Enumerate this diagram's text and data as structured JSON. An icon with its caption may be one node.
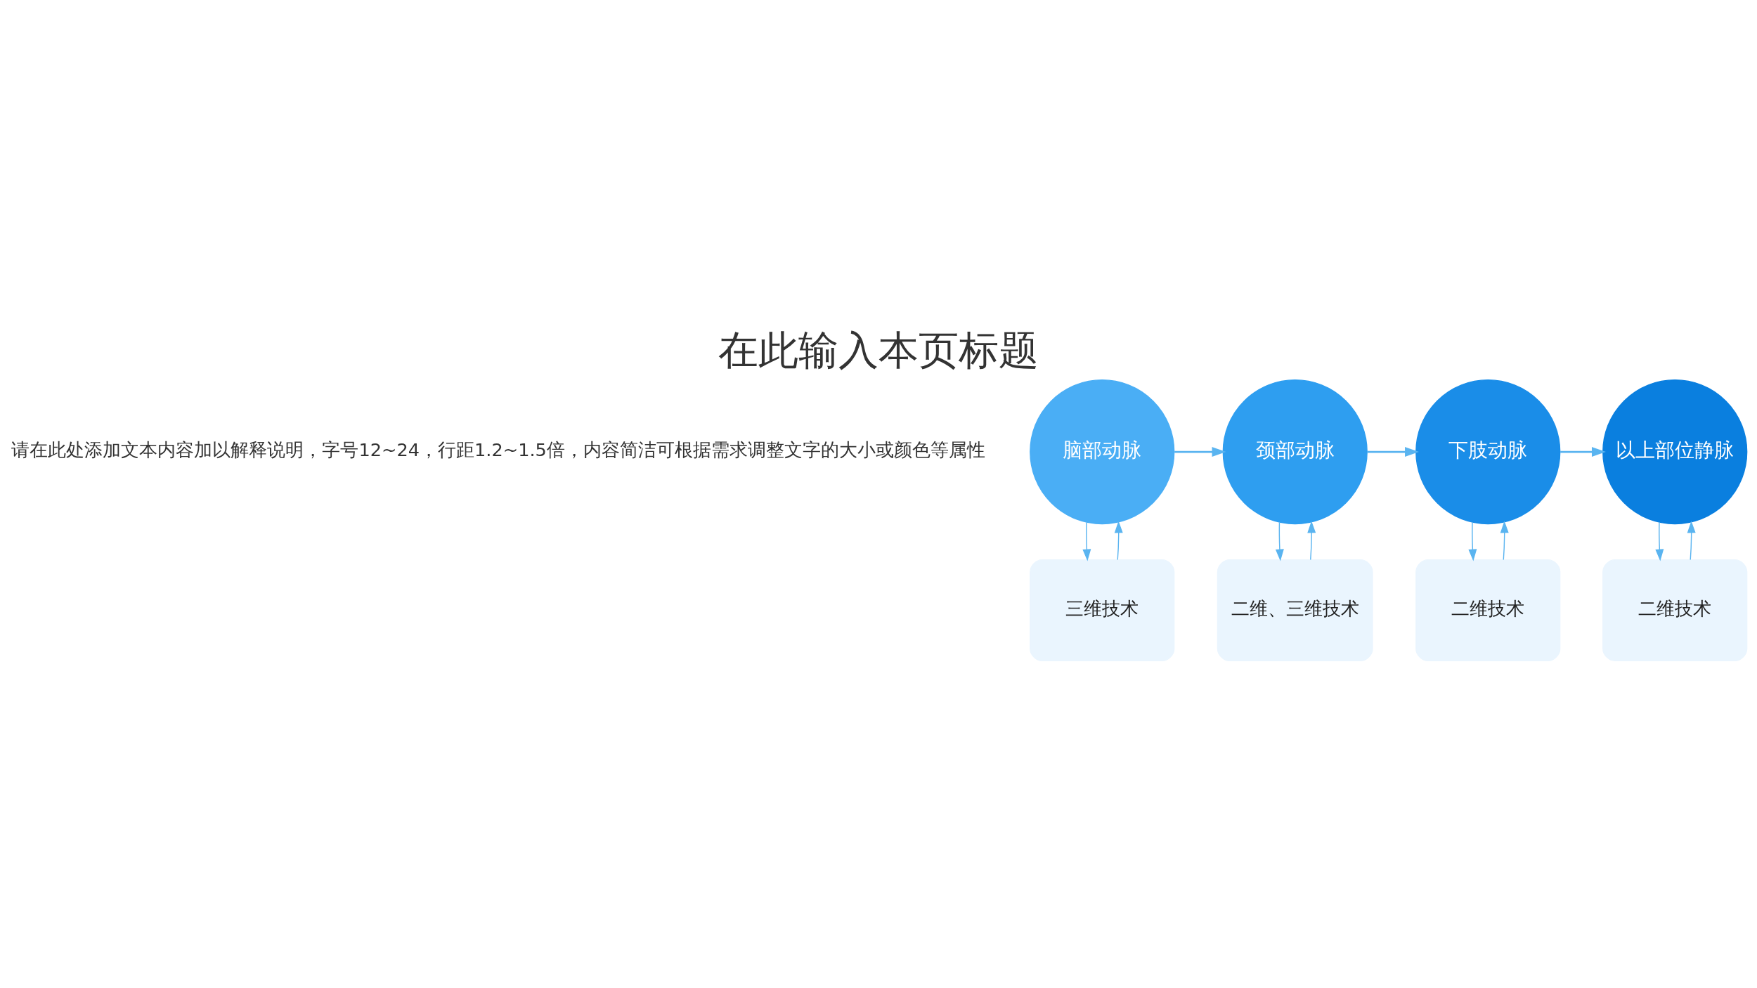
{
  "diagram": {
    "title": "在此输入本页标题",
    "nodes": [
      {
        "text": [
          "脑部动脉"
        ]
      },
      {
        "text": [
          "颈部动脉"
        ]
      },
      {
        "text": [
          "下肢动脉"
        ]
      },
      {
        "text": [
          "以上部位静脉"
        ]
      },
      {
        "text": [
          "三维技术"
        ]
      },
      {
        "text": [
          "二维、三维技术"
        ]
      },
      {
        "text": [
          "二维技术"
        ]
      },
      {
        "text": [
          "二维技术"
        ]
      }
    ],
    "edges": [
      {
        "from": 0,
        "to": 1,
        "arrow": "to"
      },
      {
        "from": 1,
        "to": 2,
        "arrow": "to"
      },
      {
        "from": 2,
        "to": 3,
        "arrow": "to"
      },
      {
        "from": 4,
        "to": 0,
        "arrow": "to"
      },
      {
        "from": 0,
        "to": 4,
        "arrow": "to"
      },
      {
        "from": 5,
        "to": 1,
        "arrow": "to"
      },
      {
        "from": 1,
        "to": 5,
        "arrow": "to"
      },
      {
        "from": 6,
        "to": 2,
        "arrow": "to"
      },
      {
        "from": 2,
        "to": 6,
        "arrow": "to"
      },
      {
        "from": 7,
        "to": 3,
        "arrow": "to"
      },
      {
        "from": 3,
        "to": 7,
        "arrow": "to"
      }
    ],
    "labels": [
      "请在此处添加文本内容加以解释说明，字号12~24，行距1.2~1.5倍，内容简洁可根据需求调整文字的大小或颜色等属性"
    ]
  }
}
